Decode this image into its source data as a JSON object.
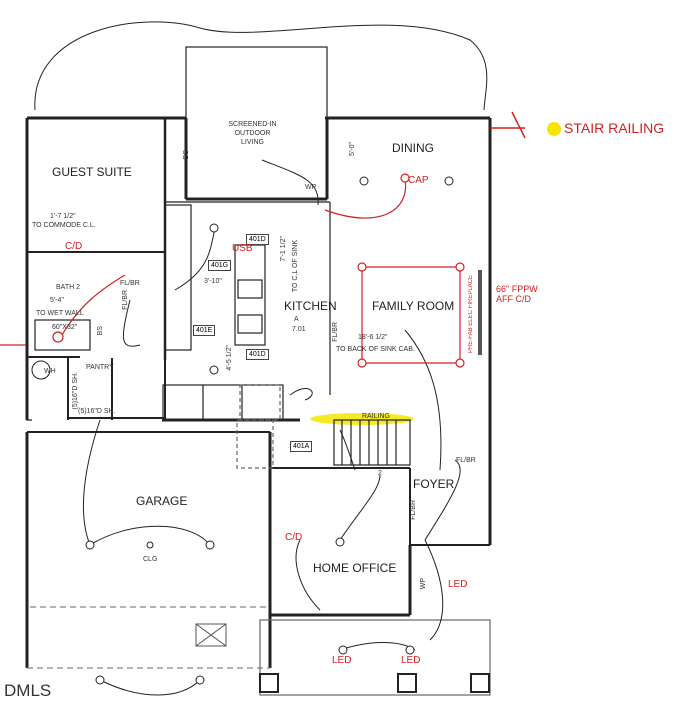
{
  "rooms": {
    "guest_suite": "GUEST SUITE",
    "dining": "DINING",
    "screened_porch": "SCREENED-IN OUTDOOR LIVING",
    "kitchen": "KITCHEN",
    "family_room": "FAMILY ROOM",
    "bath2": "BATH 2",
    "pantry": "PANTRY",
    "garage": "GARAGE",
    "foyer": "FOYER",
    "home_office": "HOME OFFICE"
  },
  "dimensions": {
    "commode": "1'-7 1/2\"",
    "to_commode": "TO COMMODE C.L.",
    "bath_5_4": "5'-4\"",
    "to_wet_wall": "TO WET WALL",
    "shower": "60\"X32\"",
    "sh1": "(5)16\"D SH.",
    "sh2": "(5)16\"D SH.",
    "dining_5_0": "5'-0\"",
    "kitchen_7_1": "7'-1 1/2\"",
    "to_cl_sink": "TO C.L OF SINK",
    "kitchen_3_10": "3'-10\"",
    "kitchen_4_5": "4'-5 1/2\"",
    "fam_18_6": "18'-6 1/2\"",
    "to_back_sink": "TO BACK OF SINK CAB."
  },
  "tags": {
    "t401d_top": "401D",
    "t401g": "401G",
    "t401e": "401E",
    "t401d_bot": "401D",
    "t401a": "401A",
    "a_label": "A",
    "a_num": "7.01"
  },
  "notes": {
    "wh": "WH",
    "wp1": "WP",
    "wp2": "WP",
    "clg": "CLG",
    "railing": "RAILING",
    "flbr1": "FL/BR",
    "flbr2": "FL/BR",
    "flbr3": "FL/BR",
    "flbr4": "FL/BR",
    "flbr5": "FL/BR",
    "fireplace": "PRE-FAB ELEC FIREPLACE",
    "bs": "BS",
    "bs2": "BS",
    "up": "2"
  },
  "annotations": {
    "stair_railing": "STAIR RAILING",
    "cap": "CAP",
    "cd_bath": "C/D",
    "usb": "USB",
    "fppw_line1": "66\" FPPW",
    "fppw_line2": "AFF  C/D",
    "cd_office": "C/D",
    "led_foyer": "LED",
    "led_1": "LED",
    "led_2": "LED"
  },
  "watermark": "DMLS",
  "colors": {
    "wall": "#222222",
    "circuit": "#222222",
    "annotation": "#d42020",
    "highlight": "#f5e600"
  }
}
